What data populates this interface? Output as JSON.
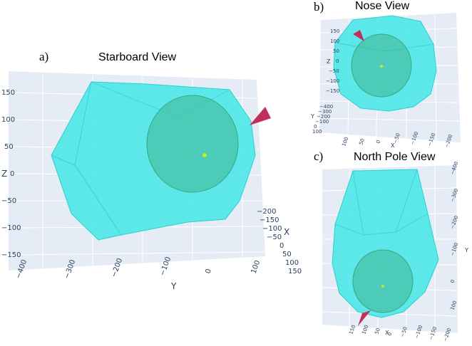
{
  "figure": {
    "panels": [
      {
        "label": "a)",
        "title": "Starboard View",
        "z_ticks": [
          "150",
          "100",
          "50",
          "0",
          "−50",
          "−100",
          "−150"
        ],
        "y_ticks": [
          "−400",
          "−300",
          "−200",
          "−100",
          "0",
          "100"
        ],
        "x_ticks": [
          "−200",
          "−150",
          "−100",
          "−50",
          "0",
          "50",
          "100",
          "150"
        ],
        "axis_titles": {
          "z": "Z",
          "y": "Y",
          "x": "X"
        }
      },
      {
        "label": "b)",
        "title": "Nose View",
        "z_ticks": [
          "150",
          "100",
          "50",
          "0",
          "−50",
          "−100",
          "−150"
        ],
        "y_ticks": [
          "−400",
          "−300",
          "−200",
          "−100",
          "0",
          "100"
        ],
        "x_ticks": [
          "100",
          "50",
          "0",
          "−50",
          "−100",
          "−150",
          "−200"
        ],
        "axis_titles": {
          "z": "Z",
          "y": "Y",
          "x": "X"
        }
      },
      {
        "label": "c)",
        "title": "North Pole View",
        "y_ticks": [
          "−400",
          "−300",
          "−200",
          "−100",
          "0",
          "100"
        ],
        "x_ticks": [
          "150",
          "100",
          "50",
          "0",
          "−50",
          "−100",
          "−150",
          "−200"
        ],
        "axis_titles": {
          "y": "Y",
          "x": "X"
        }
      }
    ],
    "colors": {
      "hull": "#39e6e6",
      "hull_edge": "#2ccfcf",
      "sphere": "#3fb78f",
      "cone": "#c0305a",
      "center_point": "#c8e62e",
      "scene_background": "#e5ecf6",
      "grid": "#ffffff"
    }
  }
}
